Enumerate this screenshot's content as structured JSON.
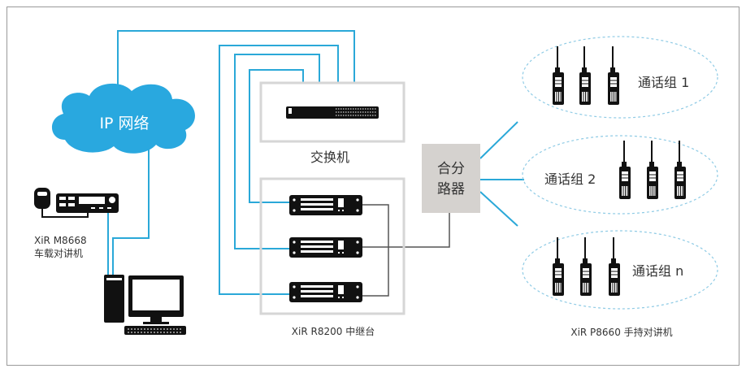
{
  "cloud": {
    "label": "IP 网络"
  },
  "switch": {
    "label": "交换机"
  },
  "repeaters": {
    "label": "XiR R8200 中继台"
  },
  "combiner": {
    "line1": "合分",
    "line2": "路器"
  },
  "mobile_radio": {
    "model": "XiR M8668",
    "name": "车载对讲机"
  },
  "handheld": {
    "label": "XiR P8660 手持对讲机"
  },
  "talk_groups": [
    {
      "label": "通话组 1"
    },
    {
      "label": "通话组 2"
    },
    {
      "label": "通话组 n"
    }
  ],
  "colors": {
    "link": "#2aa8d8",
    "cloud": "#29a8df",
    "box": "#d6d6d6",
    "combiner": "#d5d2cf",
    "device": "#1a1a1a"
  }
}
